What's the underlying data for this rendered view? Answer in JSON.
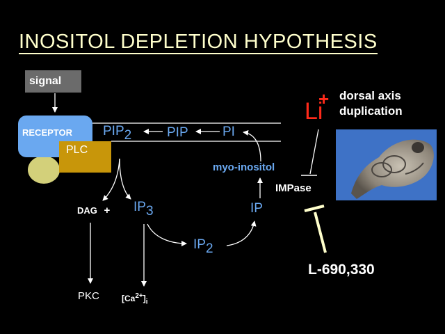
{
  "title": "INOSITOL DEPLETION HYPOTHESIS",
  "nodes": {
    "signal": "signal",
    "receptor": "RECEPTOR",
    "plc": "PLC",
    "pip2": {
      "base": "PIP",
      "sub": "2"
    },
    "pip": "PIP",
    "pi": "PI",
    "myo_inositol": "myo-inositol",
    "impase": "IMPase",
    "dag": "DAG",
    "dag_plus": "+",
    "ip3": {
      "base": "IP",
      "sub": "3"
    },
    "ip2": {
      "base": "IP",
      "sub": "2"
    },
    "ip": "IP",
    "pkc": "PKC",
    "calcium": {
      "open": "[Ca",
      "sup": "2+",
      "close": "]",
      "sub": "i"
    }
  },
  "lithium": {
    "symbol": "Li",
    "charge": "+"
  },
  "effect": {
    "line1": "dorsal axis",
    "line2": "duplication"
  },
  "inhibitor": "L-690,330",
  "colors": {
    "background": "#000000",
    "title": "#ffffcc",
    "metabolite_blue": "#6aa8f0",
    "receptor": "#6aa8f0",
    "plc": "#c8960a",
    "g_protein": "#d3d07a",
    "signal_box": "#6b6b6b",
    "lithium": "#ff2a1a",
    "text": "#ffffff"
  }
}
